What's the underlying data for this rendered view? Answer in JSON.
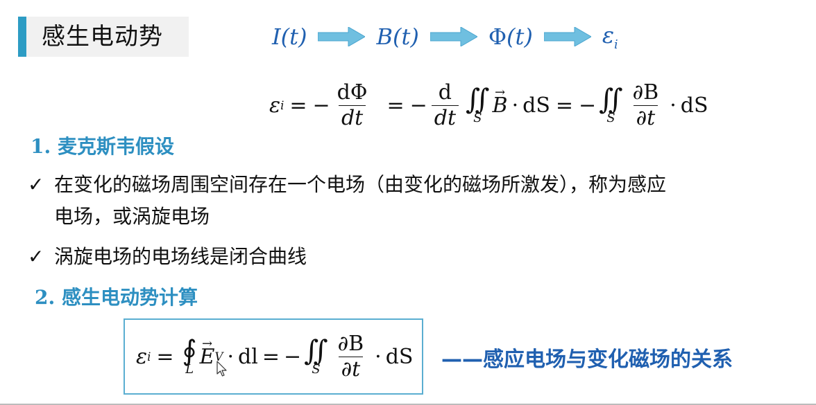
{
  "title": "感生电动势",
  "chain": {
    "items": [
      {
        "sym": "I",
        "arg": "(t)"
      },
      {
        "sym": "B",
        "arg": "(t)"
      },
      {
        "sym": "Φ",
        "arg": "(t)"
      },
      {
        "sym": "ε",
        "sub": "i"
      }
    ],
    "arrow_icon": "right-arrow-icon",
    "arrow_color": "#6fbfe0",
    "text_color": "#2060b0"
  },
  "formula1": {
    "eps": "ε",
    "eps_sub": "i",
    "eq": "=",
    "minus": "−",
    "frac1_num": "dΦ",
    "frac1_den": "dt",
    "frac2_num": "d",
    "frac2_den": "dt",
    "integral": "∬",
    "int_lim": "S",
    "B": "B",
    "dot": "·",
    "dS": "dS",
    "frac3_num": "∂B",
    "frac3_den": "∂t"
  },
  "heading1": {
    "num": "1.",
    "text": "麦克斯韦假设"
  },
  "bullets": [
    {
      "check": "✓",
      "line1": "在变化的磁场周围空间存在一个电场（由变化的磁场所激发），称为感应",
      "line2": "电场，或涡旋电场"
    },
    {
      "check": "✓",
      "line1": "涡旋电场的电场线是闭合曲线"
    }
  ],
  "heading2": {
    "num": "2.",
    "text": "感生电动势计算"
  },
  "formula2": {
    "eps": "ε",
    "eps_sub": "i",
    "eq": "=",
    "contour": "∮",
    "contour_lim": "L",
    "E": "E",
    "E_sub": "V",
    "dot": "·",
    "dl": "dl",
    "minus": "−",
    "integral": "∬",
    "int_lim": "S",
    "frac_num": "∂B",
    "frac_den": "∂t",
    "dS": "dS"
  },
  "relation": "——感应电场与变化磁场的关系",
  "colors": {
    "accent": "#2d9cc4",
    "heading": "#2d8fc1",
    "box_border": "#5aaed1",
    "relation": "#2060b0"
  }
}
